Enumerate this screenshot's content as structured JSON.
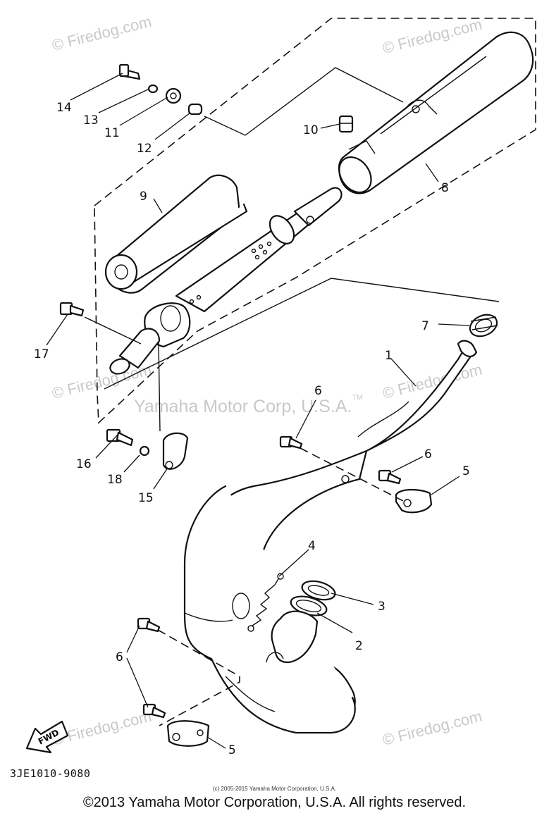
{
  "watermarks": {
    "site": "© Firedog.com",
    "center": "Yamaha Motor Corp, U.S.A.",
    "tm": "TM"
  },
  "callouts": {
    "c1": "1",
    "c2": "2",
    "c3": "3",
    "c4": "4",
    "c5a": "5",
    "c5b": "5",
    "c6a": "6",
    "c6b": "6",
    "c6c": "6",
    "c7": "7",
    "c8": "8",
    "c9": "9",
    "c10": "10",
    "c11": "11",
    "c12": "12",
    "c13": "13",
    "c14": "14",
    "c15": "15",
    "c16": "16",
    "c17": "17",
    "c18": "18"
  },
  "fwd_label": "FWD",
  "diagram_code": "3JE1010-9080",
  "small_copyright": "(c) 2005-2015 Yamaha Motor Corporation, U.S.A.",
  "copyright": "©2013 Yamaha Motor Corporation, U.S.A. All rights reserved."
}
